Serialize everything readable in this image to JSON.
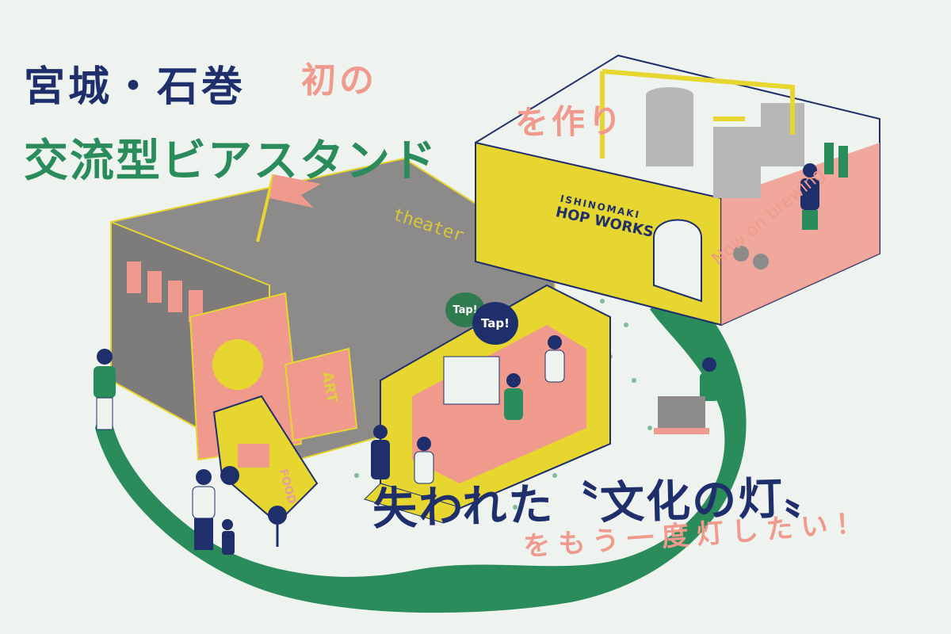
{
  "headline": {
    "line1_main": "宮城・石巻",
    "line1_tail": "初の",
    "line2_main": "交流型ビアスタンド",
    "line2_tail": "を作り",
    "line3": "失われた〝文化の灯〟",
    "line4": "をもう一度灯したい！"
  },
  "signs": {
    "brewery_small": "ISHINOMAKI",
    "brewery_name": "HOP WORKS",
    "theater": "theater",
    "art": "ART",
    "food": "FOOD",
    "brewing": "Now on brewing"
  },
  "bubbles": {
    "tap_1": "Tap!",
    "tap_2": "Tap!"
  },
  "colors": {
    "navy": "#1f2f6b",
    "green": "#2a8b5b",
    "salmon": "#ef9a8c",
    "yellow": "#e6d62f",
    "gray": "#8d8a8a",
    "background": "#eef3ef"
  }
}
